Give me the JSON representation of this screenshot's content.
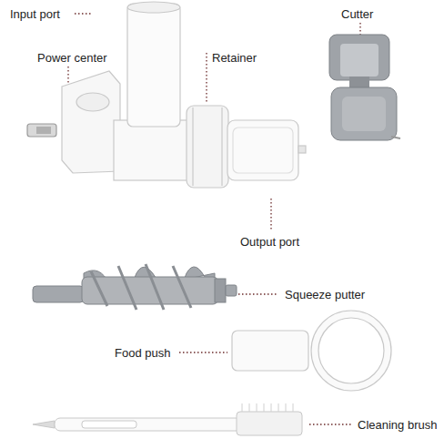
{
  "diagram": {
    "labels": [
      "Input port",
      "Power center",
      "Retainer",
      "Output port",
      "Cutter",
      "Squeeze putter",
      "Food push",
      "Cleaning brush"
    ]
  }
}
